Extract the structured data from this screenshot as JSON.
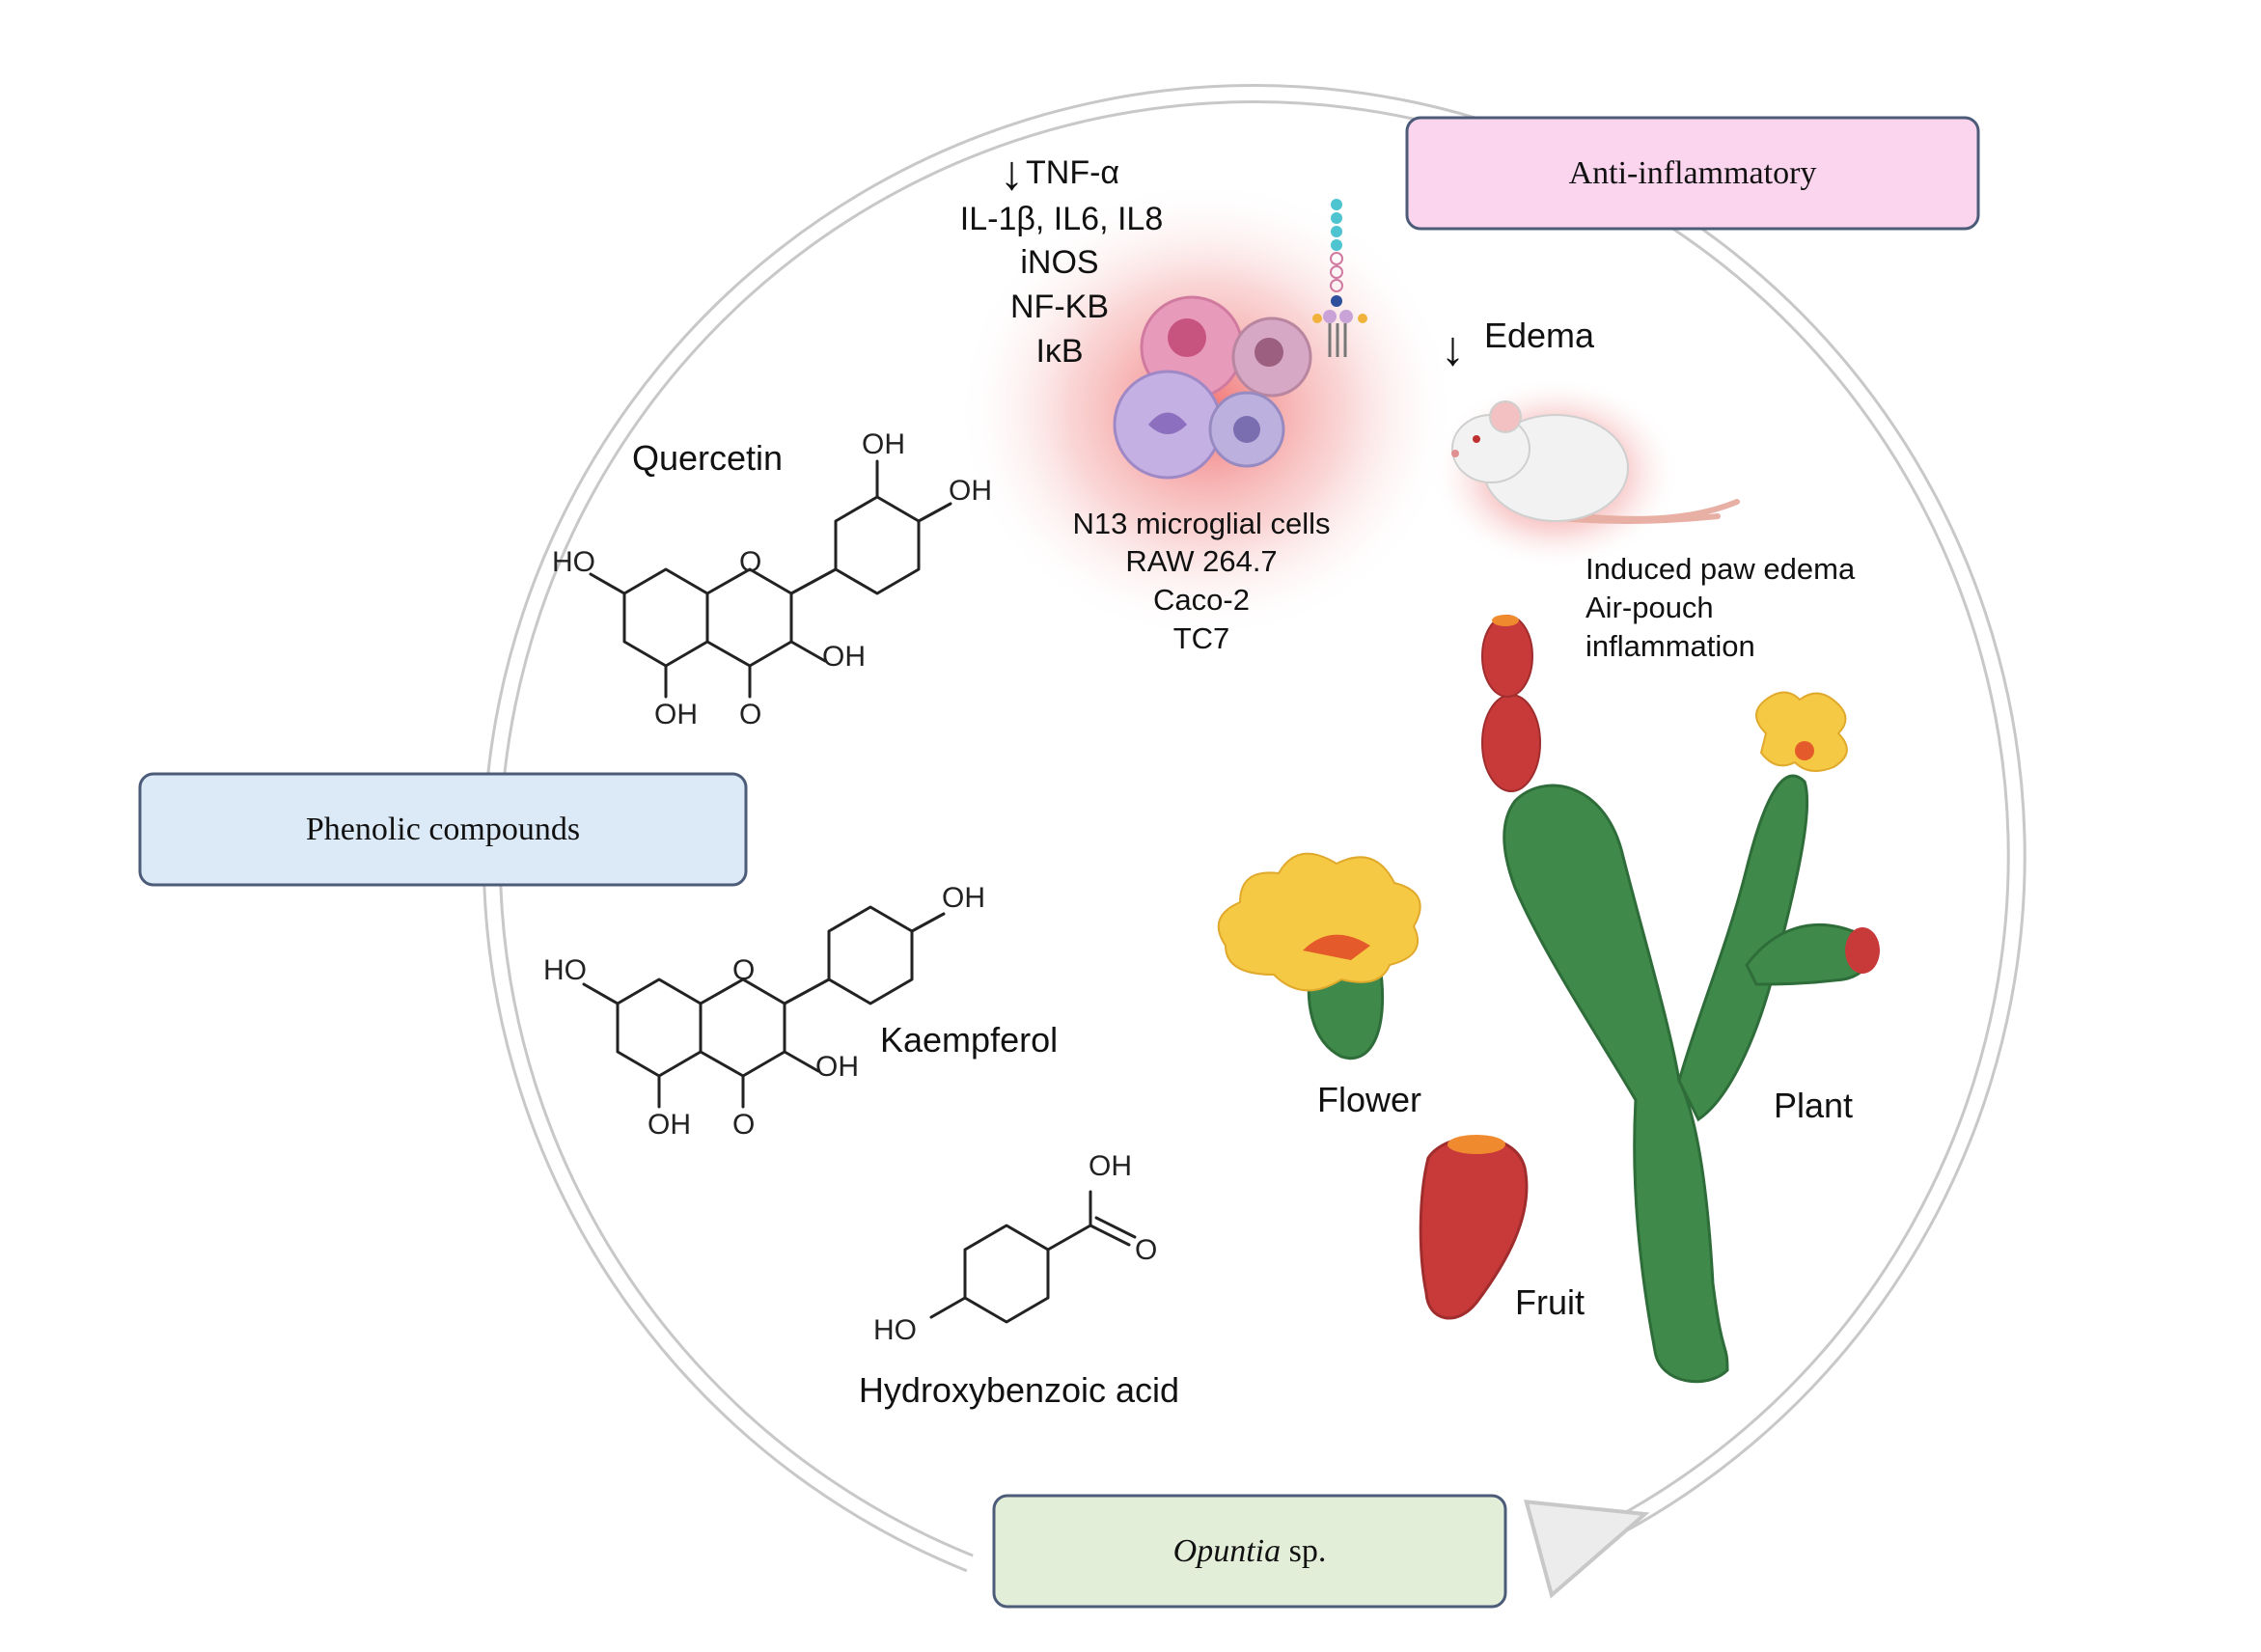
{
  "boxes": {
    "anti_inflammatory": "Anti-inflammatory",
    "phenolic_compounds": "Phenolic compounds",
    "opuntia_genus": "Opuntia",
    "opuntia_suffix": " sp."
  },
  "markers": {
    "tnf_arrow": "↓",
    "tnf": "TNF-α",
    "cytokines": "IL-1β, IL6, IL8",
    "inos": "iNOS",
    "nfkb": "NF-KB",
    "ikb": "IκB",
    "edema_arrow": "↓",
    "edema": "Edema"
  },
  "cell_lines": [
    "N13 microglial cells",
    "RAW 264.7",
    "Caco-2",
    "TC7"
  ],
  "animal_models": [
    "Induced paw edema",
    "Air-pouch",
    "inflammation"
  ],
  "compounds": {
    "quercetin": "Quercetin",
    "kaempferol": "Kaempferol",
    "hydroxybenzoic": "Hydroxybenzoic acid"
  },
  "atoms": {
    "oh": "OH",
    "ho": "HO",
    "o": "O"
  },
  "plant_parts": {
    "flower": "Flower",
    "plant": "Plant",
    "fruit": "Fruit"
  },
  "colors": {
    "anti_box": "#fbd5ee",
    "phenolic_box": "#dce9f6",
    "opuntia_box": "#e3eed9",
    "cactus_green": "#3f8a4a",
    "fruit_red": "#c8393a",
    "flower_yellow": "#f5c944"
  }
}
